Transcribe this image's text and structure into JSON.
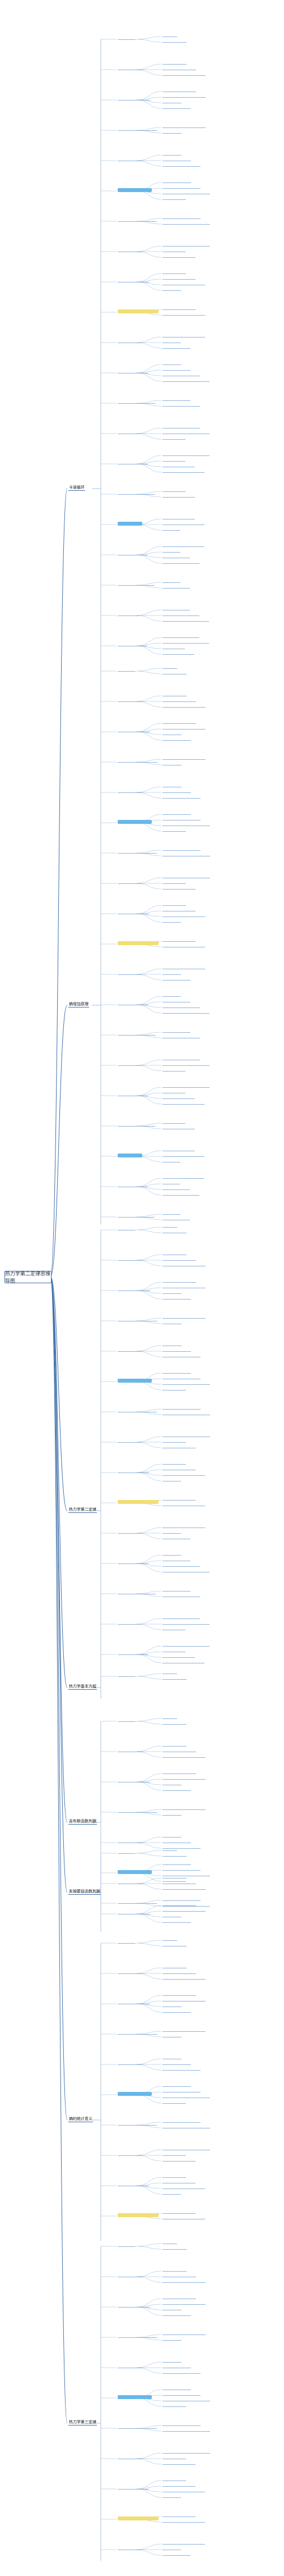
{
  "root": "热力学第二定律思维导图",
  "colors": {
    "line": "#8fb3d9",
    "trunk": "#3f6fa8",
    "highlight_blue": "#67b7e8",
    "highlight_yellow": "#f1de73",
    "accent_red": "#d23b3b"
  },
  "branches": [
    {
      "label": "卡诺循环"
    },
    {
      "label": "熵增加原理"
    },
    {
      "label": "热力学第二定律"
    },
    {
      "label": "热力学基本方程"
    },
    {
      "label": "吉布斯函数判据"
    },
    {
      "label": "亥姆霍兹函数判据"
    },
    {
      "label": "熵的统计意义"
    },
    {
      "label": "热力学第三定律"
    }
  ]
}
